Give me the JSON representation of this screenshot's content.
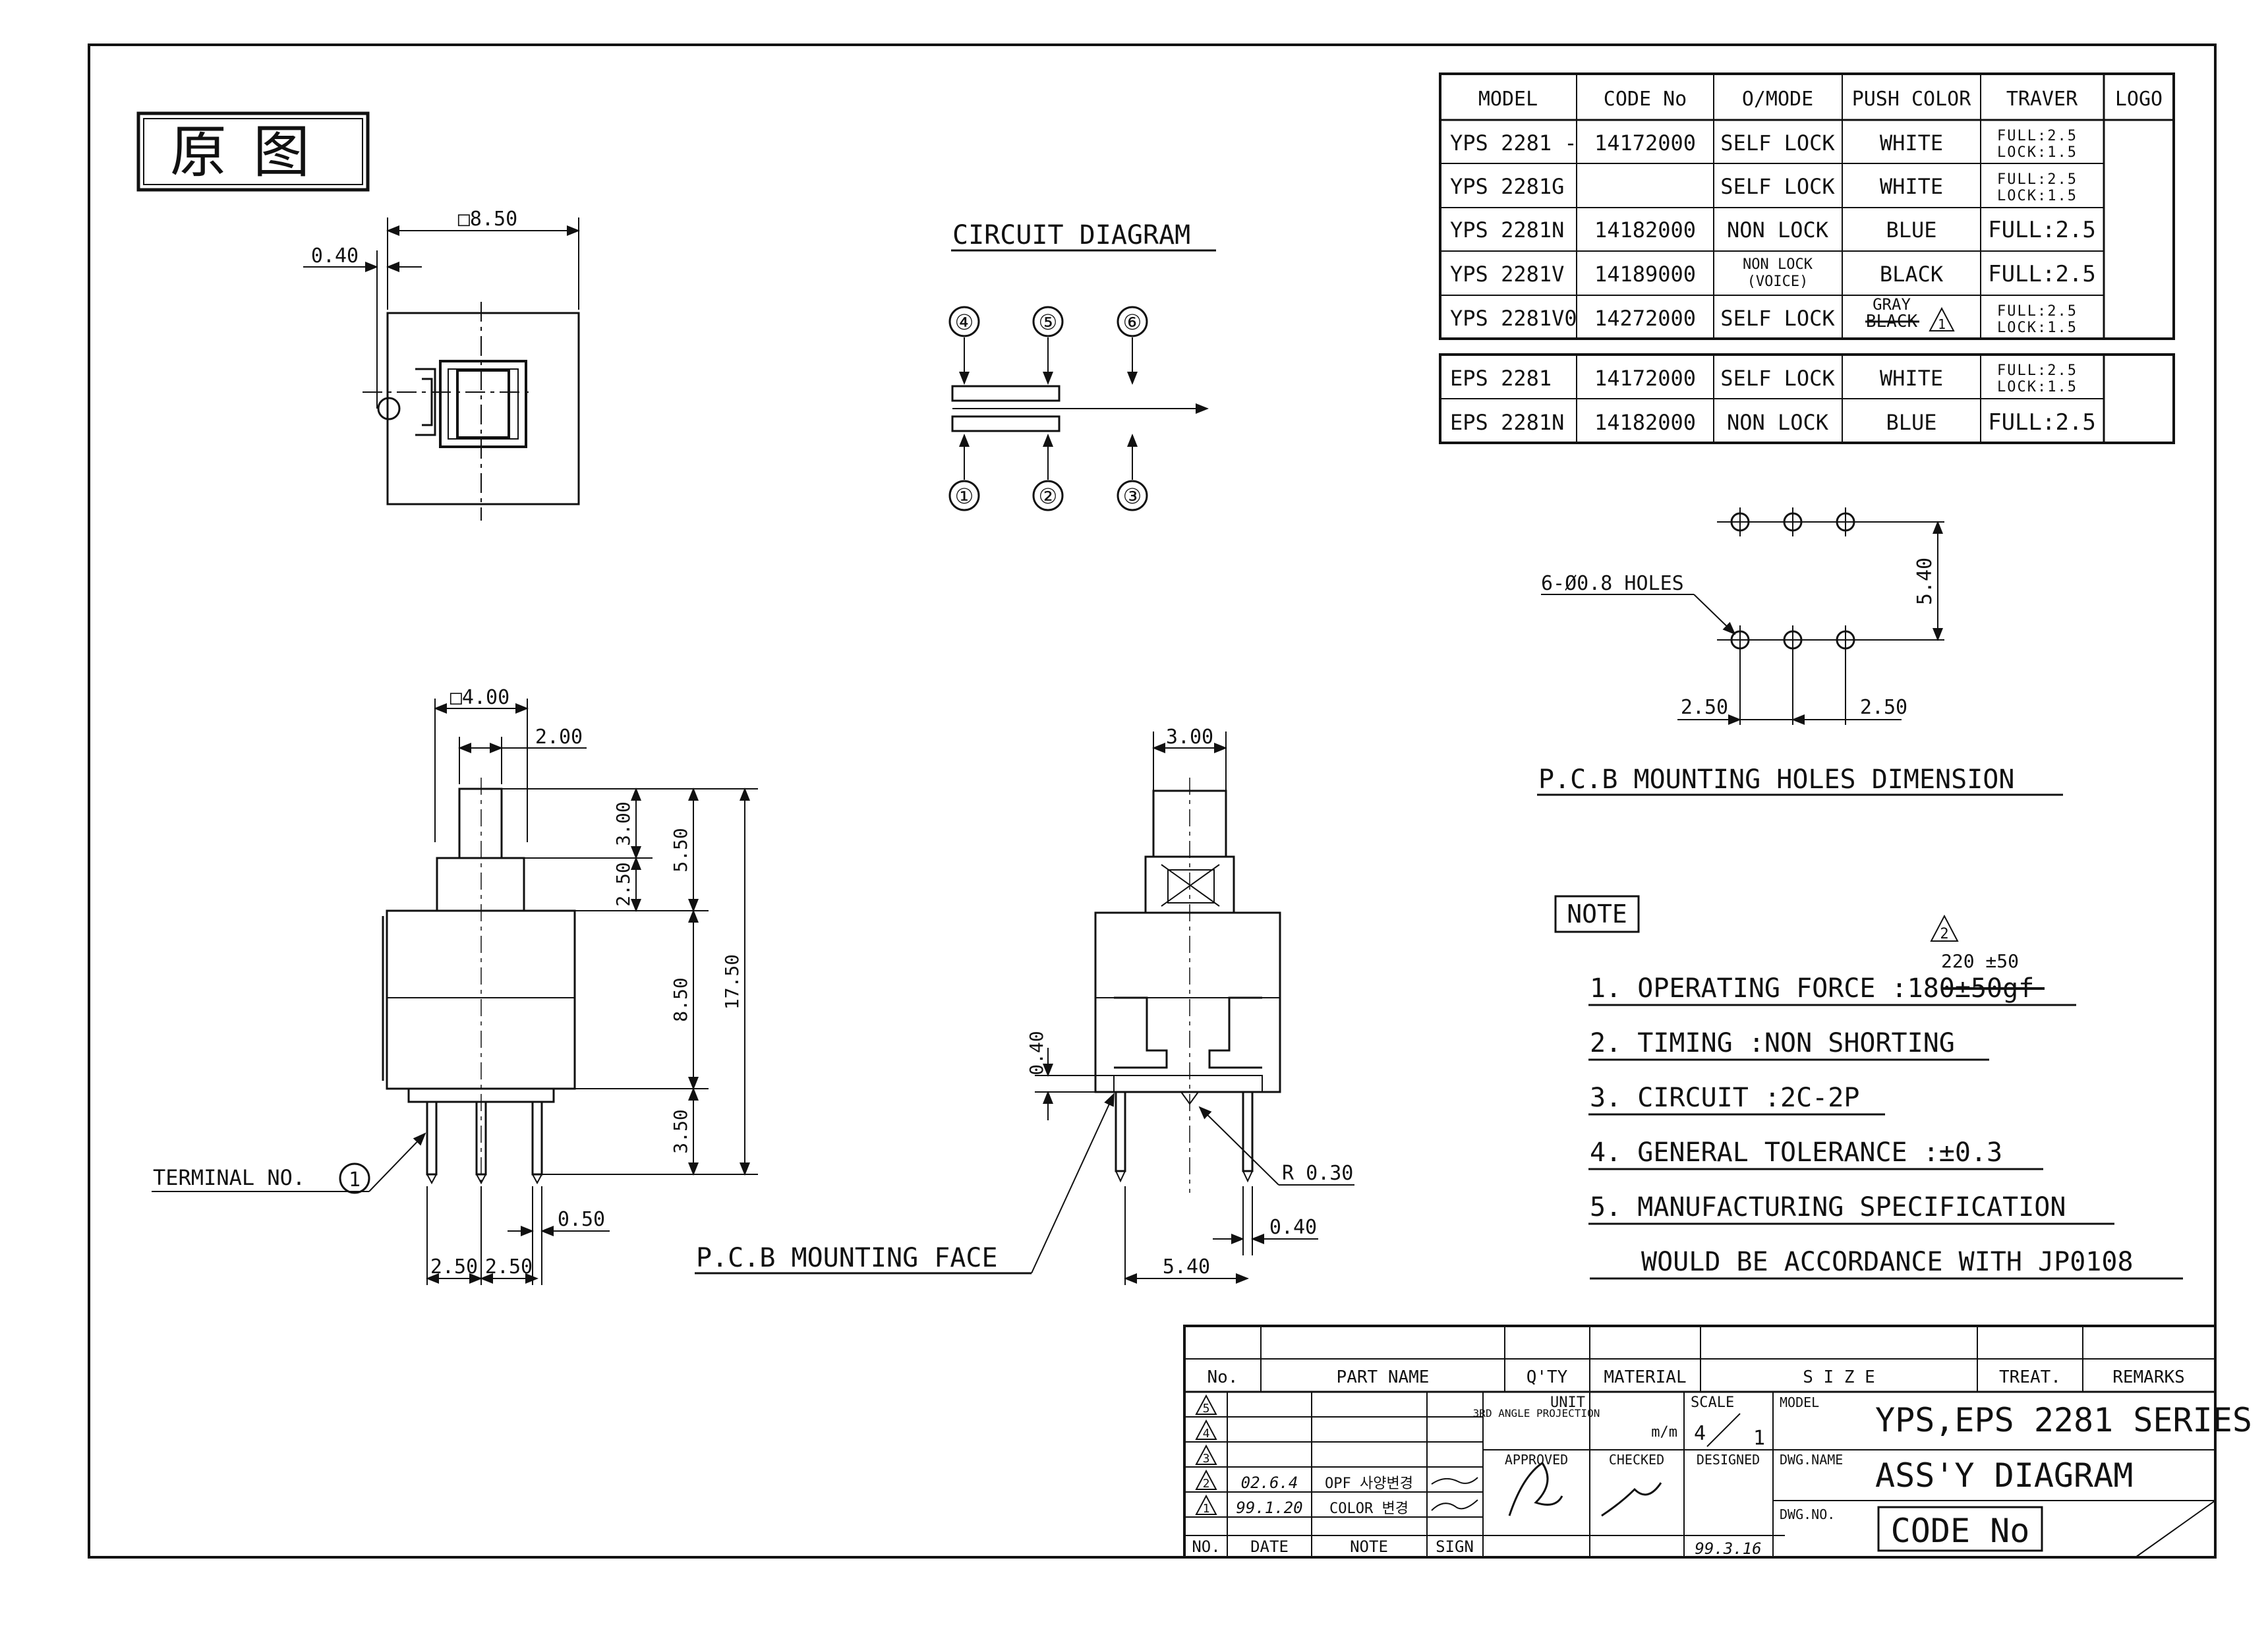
{
  "stamp": "原图",
  "top_view": {
    "dim_width": "□8.50",
    "dim_offset": "0.40"
  },
  "circuit": {
    "title": "CIRCUIT DIAGRAM",
    "terminals_top": [
      "④",
      "⑤",
      "⑥"
    ],
    "terminals_bottom": [
      "①",
      "②",
      "③"
    ]
  },
  "model_table": {
    "headers": [
      "MODEL",
      "CODE No",
      "O/MODE",
      "PUSH COLOR",
      "TRAVER",
      "LOGO"
    ],
    "rows": [
      [
        "YPS 2281 -",
        "14172000",
        "SELF LOCK",
        "WHITE",
        "FULL:2.5 LOCK:1.5",
        ""
      ],
      [
        "YPS 2281G",
        "",
        "SELF LOCK",
        "WHITE",
        "FULL:2.5 LOCK:1.5",
        ""
      ],
      [
        "YPS 2281N",
        "14182000",
        "NON LOCK",
        "BLUE",
        "FULL:2.5",
        ""
      ],
      [
        "YPS 2281V",
        "14189000",
        "NON LOCK (VOICE)",
        "BLACK",
        "FULL:2.5",
        ""
      ],
      [
        "YPS 2281V0",
        "14272000",
        "SELF LOCK",
        "GRAY BLACK",
        "FULL:2.5 LOCK:1.5",
        ""
      ]
    ],
    "eps_rows": [
      [
        "EPS 2281",
        "14172000",
        "SELF LOCK",
        "WHITE",
        "FULL:2.5 LOCK:1.5",
        ""
      ],
      [
        "EPS 2281N",
        "14182000",
        "NON LOCK",
        "BLUE",
        "FULL:2.5",
        ""
      ]
    ],
    "revision_mark": "1"
  },
  "pcb_holes": {
    "holes_label": "6-Ø0.8 HOLES",
    "dim_vertical": "5.40",
    "dim_left": "2.50",
    "dim_right": "2.50",
    "title": "P.C.B MOUNTING HOLES DIMENSION"
  },
  "front_view": {
    "dim_square": "□4.00",
    "dim_plunger": "2.00",
    "dim_300": "3.00",
    "dim_250": "2.50",
    "dim_550": "5.50",
    "dim_850": "8.50",
    "dim_1750": "17.50",
    "dim_350": "3.50",
    "dim_050": "0.50",
    "dim_pitch_left": "2.50",
    "dim_pitch_right": "2.50",
    "terminal_label": "TERMINAL NO.",
    "terminal_num": "1"
  },
  "side_view": {
    "dim_width": "3.00",
    "dim_040_left": "0.40",
    "dim_r030": "R 0.30",
    "dim_040_bottom": "0.40",
    "dim_540": "5.40",
    "mount_face": "P.C.B MOUNTING FACE"
  },
  "notes": {
    "header": "NOTE",
    "rev_mark": "2",
    "revised_value": "220 ±50",
    "items": [
      {
        "prefix": "1. OPERATING FORCE :",
        "struck": "180±50",
        "suffix": "gf"
      },
      {
        "text": "2. TIMING :NON SHORTING"
      },
      {
        "text": "3. CIRCUIT :2C-2P"
      },
      {
        "text": "4. GENERAL TOLERANCE :±0.3"
      },
      {
        "text": "5. MANUFACTURING SPECIFICATION"
      },
      {
        "text": "WOULD BE ACCORDANCE WITH JP0108"
      }
    ]
  },
  "title_block": {
    "headers": [
      "No.",
      "PART NAME",
      "Q'TY",
      "MATERIAL",
      "S I Z E",
      "TREAT.",
      "REMARKS"
    ],
    "revisions": [
      {
        "no": "5",
        "date": "",
        "note": "",
        "sign": ""
      },
      {
        "no": "4",
        "date": "",
        "note": "",
        "sign": ""
      },
      {
        "no": "3",
        "date": "",
        "note": "",
        "sign": ""
      },
      {
        "no": "2",
        "date": "02.6.4",
        "note": "OPF 사양변경",
        "sign": ""
      },
      {
        "no": "1",
        "date": "99.1.20",
        "note": "COLOR 변경",
        "sign": ""
      }
    ],
    "foot": [
      "NO.",
      "DATE",
      "NOTE",
      "SIGN"
    ],
    "projection": "3RD ANGLE PROJECTION",
    "unit_label": "UNIT",
    "unit_value": "m/m",
    "scale_label": "SCALE",
    "scale_num": "4",
    "scale_den": "1",
    "approved_label": "APPROVED",
    "checked_label": "CHECKED",
    "designed_label": "DESIGNED",
    "designed_date": "99.3.16",
    "model_label": "MODEL",
    "model_value": "YPS,EPS 2281 SERIES",
    "dwg_name_label": "DWG.NAME",
    "dwg_name_value": "ASS'Y DIAGRAM",
    "dwg_no_label": "DWG.NO.",
    "dwg_no_value": "CODE No"
  }
}
